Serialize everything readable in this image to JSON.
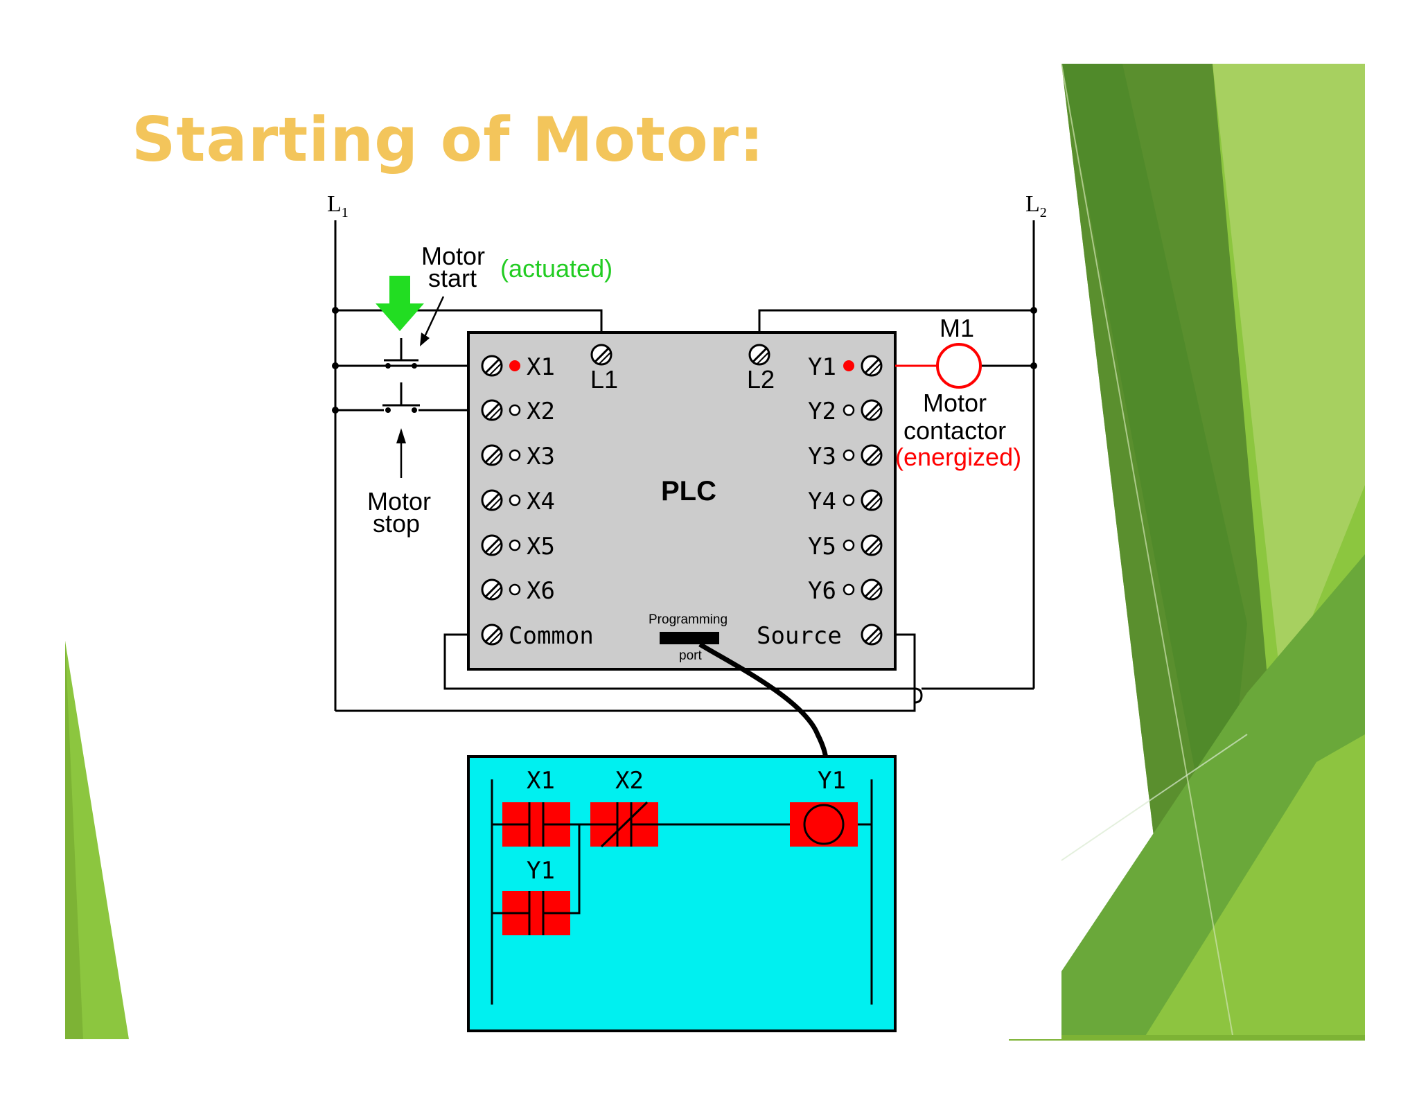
{
  "slide": {
    "title": "Starting of Motor:"
  },
  "colors": {
    "title": "#f3c55b",
    "plc_body": "#cccccc",
    "programmer_screen": "#00f0f0",
    "ladder_elements": "#ff0000",
    "arrow": "#22dd22",
    "actuated_text": "#22cc22",
    "energized_text": "#ff0000",
    "accent_greens": [
      "#8cc63f",
      "#5a8f2e",
      "#a7d060",
      "#6aa83a"
    ]
  },
  "rails": {
    "left": {
      "letter": "L",
      "sub": "1"
    },
    "right": {
      "letter": "L",
      "sub": "2"
    }
  },
  "switches": {
    "start_label_1": "Motor",
    "start_label_2": "start",
    "start_state": "(actuated)",
    "stop_label_1": "Motor",
    "stop_label_2": "stop"
  },
  "plc": {
    "label": "PLC",
    "power_terminals": [
      "L1",
      "L2"
    ],
    "inputs": [
      "X1",
      "X2",
      "X3",
      "X4",
      "X5",
      "X6"
    ],
    "outputs": [
      "Y1",
      "Y2",
      "Y3",
      "Y4",
      "Y5",
      "Y6"
    ],
    "active_inputs": [
      "X1"
    ],
    "active_outputs": [
      "Y1"
    ],
    "common": "Common",
    "source": "Source",
    "port_label_1": "Programming",
    "port_label_2": "port"
  },
  "load": {
    "tag": "M1",
    "label_1": "Motor",
    "label_2": "contactor",
    "state": "(energized)"
  },
  "ladder": {
    "contact_x1": "X1",
    "contact_x2": "X2",
    "coil_y1": "Y1",
    "seal_in_y1": "Y1"
  }
}
